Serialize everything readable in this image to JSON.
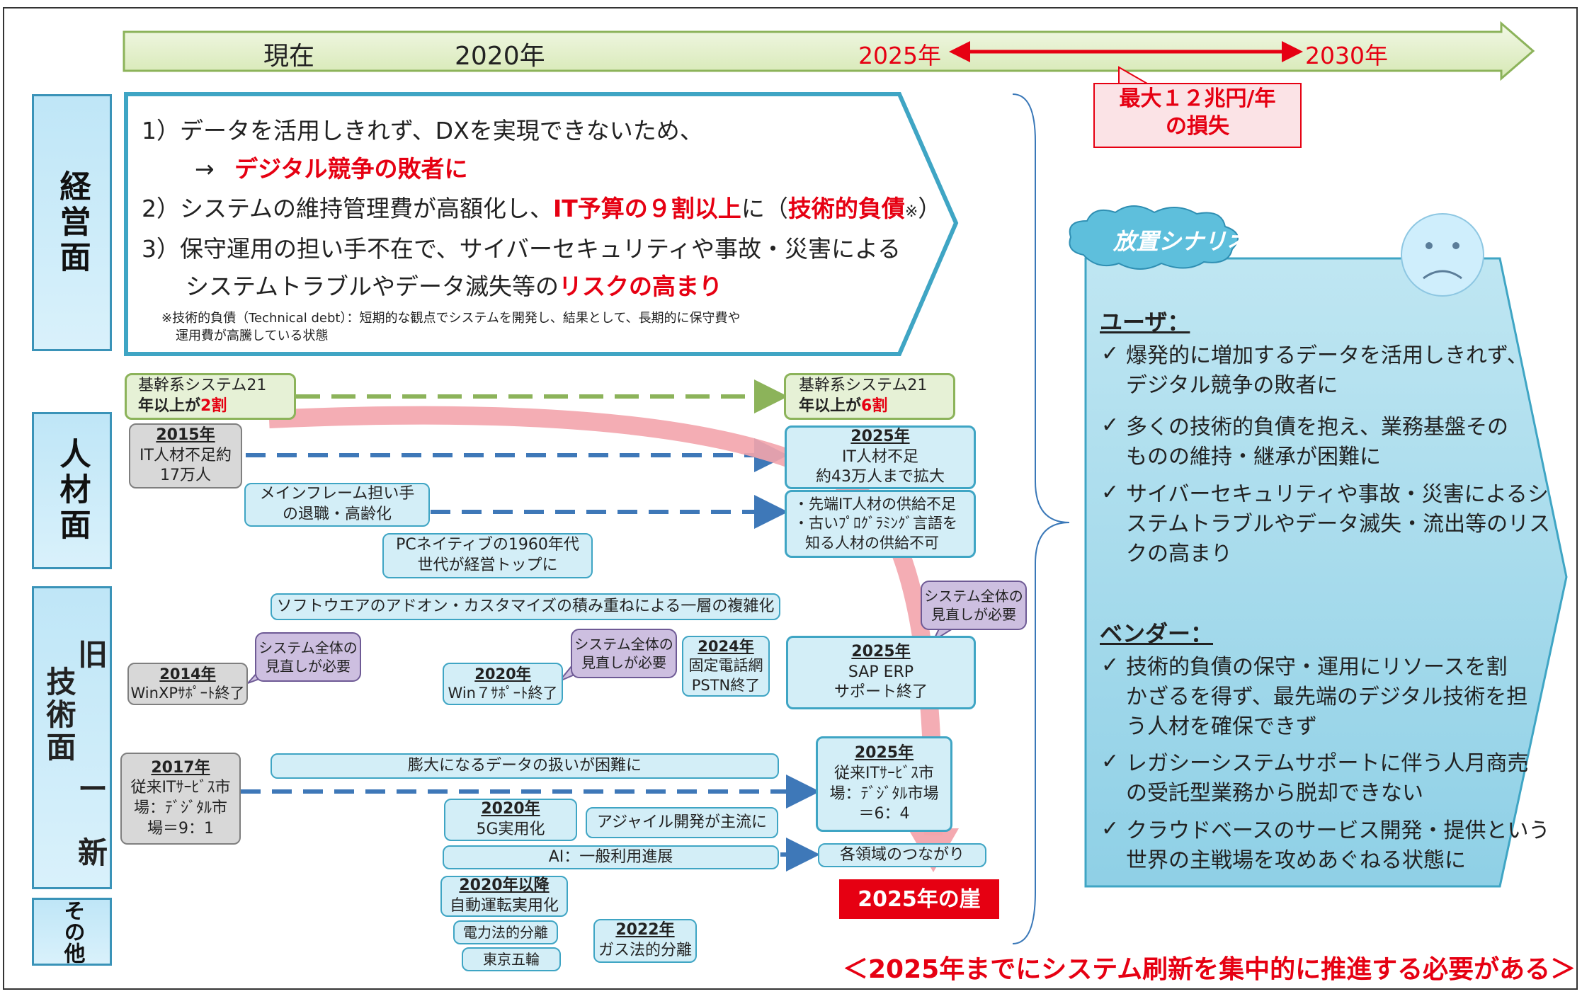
{
  "timeline": {
    "current": "現在",
    "y2020": "2020年",
    "y2025": "2025年",
    "y2030": "2030年",
    "loss_line1": "最大１２兆円/年",
    "loss_line2": "の損失"
  },
  "sides": {
    "management": "経営面",
    "hr": "人材面",
    "tech_old": "旧",
    "tech_mid": "技術面",
    "tech_dash": "ー",
    "tech_new": "新",
    "other": "その他"
  },
  "management": {
    "l1": "1）データを活用しきれず、DXを実現できないため、",
    "l2_arrow": "→",
    "l2_red": "デジタル競争の敗者に",
    "l3_a": "2）システムの維持管理費が高額化し、",
    "l3_red": "IT予算の９割以上",
    "l3_b": "に（",
    "l3_red2": "技術的負債",
    "l3_mark": "※",
    "l3_c": "）",
    "l4": "3）保守運用の担い手不在で、サイバーセキュリティや事故・災害による",
    "l5_a": "システムトラブルやデータ滅失等の",
    "l5_red": "リスクの高まり",
    "note1": "※技術的負債（Technical debt）：短期的な観点でシステムを開発し、結果として、長期的に保守費や",
    "note2": "運用費が高騰している状態"
  },
  "hr_boxes": {
    "kikan_left_1": "基幹系システム21",
    "kikan_left_2a": "年以上が",
    "kikan_left_2b": "2割",
    "kikan_right_1": "基幹系システム21",
    "kikan_right_2a": "年以上が",
    "kikan_right_2b": "6割",
    "y2015": "2015年",
    "it_short_1": "IT人材不足約",
    "it_short_2": "17万人",
    "y2025": "2025年",
    "it_short25_1": "IT人材不足",
    "it_short25_2": "約43万人まで拡大",
    "mainframe_1": "メインフレーム担い手",
    "mainframe_2": "の退職・高齢化",
    "supply_1": "・先端IT人材の供給不足",
    "supply_2": "・古いﾌﾟﾛｸﾞﾗﾐﾝｸﾞ言語を",
    "supply_3": "知る人材の供給不可",
    "pc_native_1": "PCネイティブの1960年代",
    "pc_native_2": "世代が経営トップに"
  },
  "tech_boxes": {
    "software": "ソフトウエアのアドオン・カスタマイズの積み重ねによる一層の複雑化",
    "review_1": "システム全体の",
    "review_2": "見直しが必要",
    "y2014": "2014年",
    "winxp": "WinXPｻﾎﾟｰﾄ終了",
    "y2020": "2020年",
    "win7": "Win７ｻﾎﾟｰﾄ終了",
    "y2024": "2024年",
    "pstn_1": "固定電話網",
    "pstn_2": "PSTN終了",
    "y2025": "2025年",
    "sap_1": "SAP ERP",
    "sap_2": "サポート終了",
    "y2017": "2017年",
    "market17_1": "従来ITｻｰﾋﾞｽ市",
    "market17_2": "場：ﾃﾞｼﾞﾀﾙ市",
    "market17_3": "場＝9：1",
    "bigdata": "膨大になるデータの扱いが困難に",
    "market25_1": "従来ITｻｰﾋﾞｽ市",
    "market25_2": "場：ﾃﾞｼﾞﾀﾙ市場",
    "market25_3": "＝6：4",
    "y2020b": "2020年",
    "g5": "5G実用化",
    "agile": "アジャイル開発が主流に",
    "ai": "AI：一般利用進展",
    "connect": "各領域のつながり",
    "cliff": "2025年の崖"
  },
  "other_boxes": {
    "y2020later": "2020年以降",
    "autodrive": "自動運転実用化",
    "power": "電力法的分離",
    "olympics": "東京五輪",
    "y2022": "2022年",
    "gas": "ガス法的分離"
  },
  "scenario": {
    "cloud": "放置シナリオ",
    "user_head": "ユーザ：",
    "u1_1": "爆発的に増加するデータを活用しきれず、",
    "u1_2": "デジタル競争の敗者に",
    "u2_1": "多くの技術的負債を抱え、業務基盤その",
    "u2_2": "ものの維持・継承が困難に",
    "u3_1": "サイバーセキュリティや事故・災害によるシ",
    "u3_2": "ステムトラブルやデータ滅失・流出等のリス",
    "u3_3": "クの高まり",
    "vendor_head": "ベンダー：",
    "v1_1": "技術的負債の保守・運用にリソースを割",
    "v1_2": "かざるを得ず、最先端のデジタル技術を担",
    "v1_3": "う人材を確保できず",
    "v2_1": "レガシーシステムサポートに伴う人月商売",
    "v2_2": "の受託型業務から脱却できない",
    "v3_1": "クラウドベースのサービス開発・提供という",
    "v3_2": "世界の主戦場を攻めあぐねる状態に",
    "check": "✓"
  },
  "conclusion": "＜2025年までにシステム刷新を集中的に推進する必要がある＞",
  "colors": {
    "red": "#e60012",
    "teal": "#3fa5c4",
    "green": "#8cb35a",
    "dash_blue": "#3e78b8",
    "pink": "#f3a4ac"
  }
}
